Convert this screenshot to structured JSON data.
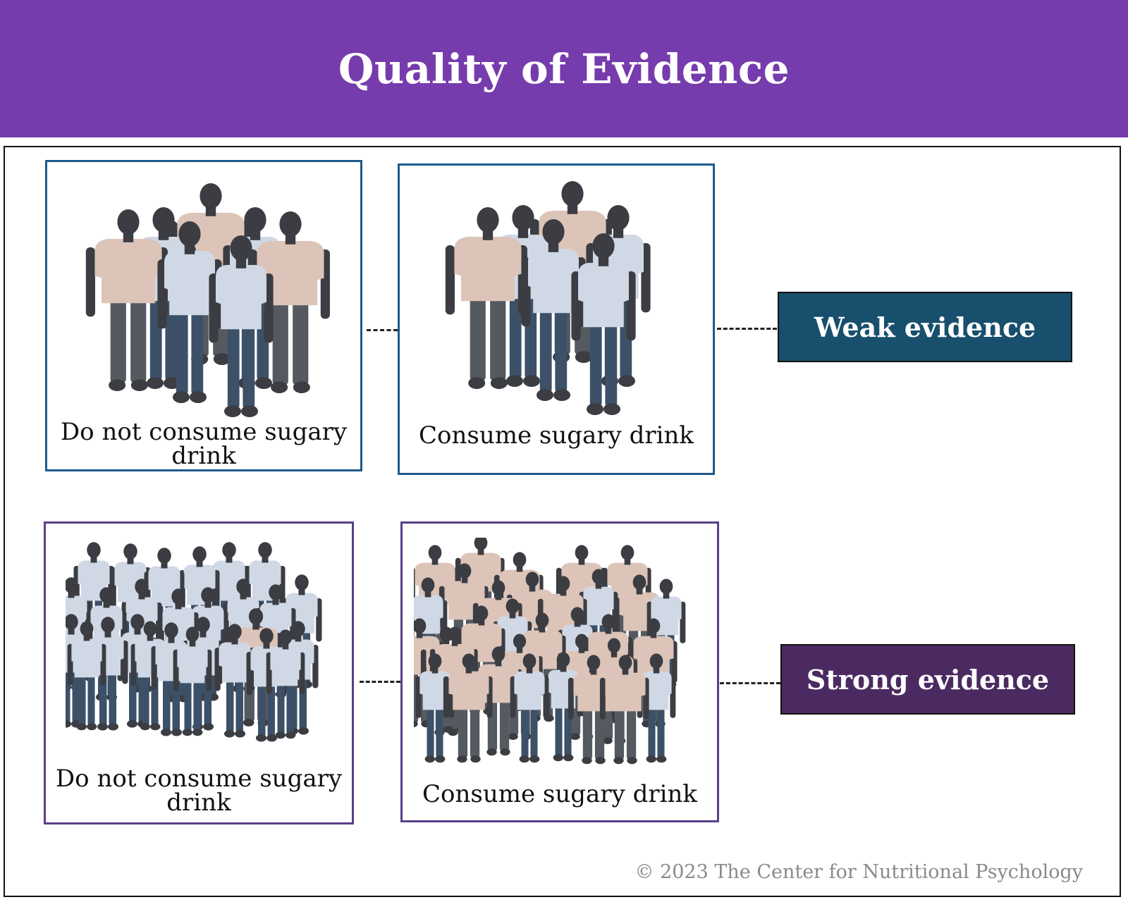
{
  "header": {
    "title": "Quality of Evidence"
  },
  "colors": {
    "header_bg": "#763bad",
    "weak_bg": "#184f6d",
    "strong_bg": "#4b2a61",
    "weak_border": "#1d5a8c",
    "strong_border": "#5a3f8a",
    "shirt_tan": "#ddc4b8",
    "shirt_blue": "#d0d8e6",
    "pants_blue": "#3c5168",
    "pants_gray": "#555a61",
    "skin": "#3b3d42"
  },
  "rows": [
    {
      "groups": [
        {
          "caption": "Do not consume sugary drink",
          "group_size": 7
        },
        {
          "caption": "Consume sugary drink",
          "group_size": 6
        }
      ],
      "evidence_label": "Weak evidence"
    },
    {
      "groups": [
        {
          "caption": "Do not consume sugary drink",
          "group_size": 27
        },
        {
          "caption": "Consume sugary drink",
          "group_size": 33
        }
      ],
      "evidence_label": "Strong evidence"
    }
  ],
  "footer": {
    "credit": "© 2023 The Center for Nutritional Psychology"
  }
}
